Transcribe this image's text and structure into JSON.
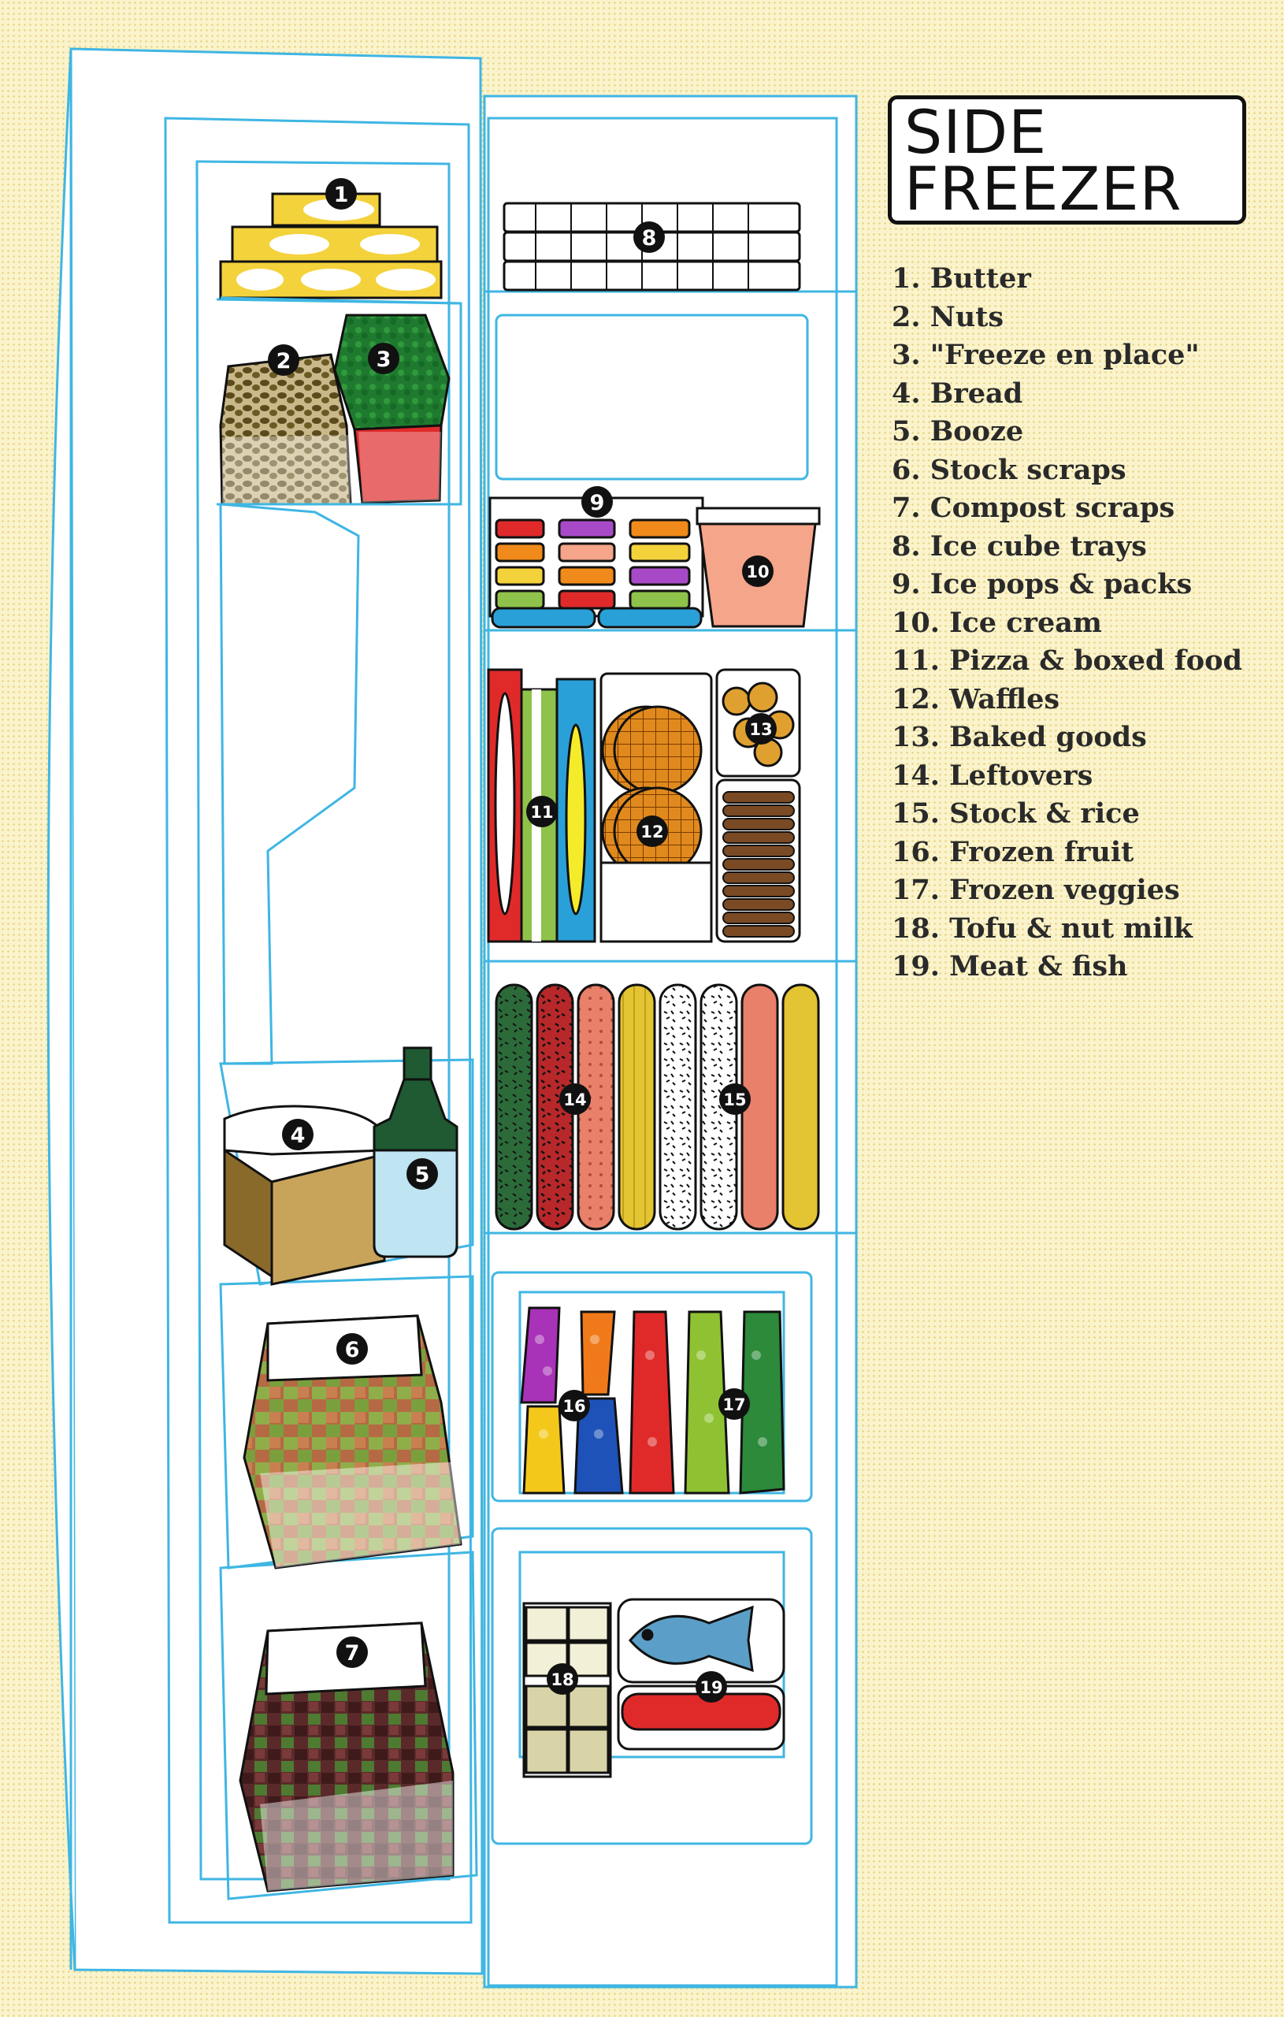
{
  "title": {
    "line1": "SIDE",
    "line2": "FREEZER"
  },
  "colors": {
    "outline": "#3fb6e3",
    "background": "#faf3cc",
    "badge": "#111111",
    "butter": "#f4d23c",
    "red": "#e02a2a",
    "green": "#2f9a3c",
    "salmon": "#f4a58a",
    "fish": "#5b9fc8"
  },
  "items": [
    {
      "num": "1",
      "label": "1. Butter"
    },
    {
      "num": "2",
      "label": "2. Nuts"
    },
    {
      "num": "3",
      "label": "3. \"Freeze en place\""
    },
    {
      "num": "4",
      "label": "4. Bread"
    },
    {
      "num": "5",
      "label": "5. Booze"
    },
    {
      "num": "6",
      "label": "6. Stock scraps"
    },
    {
      "num": "7",
      "label": "7. Compost scraps"
    },
    {
      "num": "8",
      "label": "8. Ice cube trays"
    },
    {
      "num": "9",
      "label": "9. Ice pops & packs"
    },
    {
      "num": "10",
      "label": "10. Ice cream"
    },
    {
      "num": "11",
      "label": "11. Pizza & boxed food"
    },
    {
      "num": "12",
      "label": "12. Waffles"
    },
    {
      "num": "13",
      "label": "13. Baked goods"
    },
    {
      "num": "14",
      "label": "14. Leftovers"
    },
    {
      "num": "15",
      "label": "15. Stock & rice"
    },
    {
      "num": "16",
      "label": "16. Frozen fruit"
    },
    {
      "num": "17",
      "label": "17. Frozen veggies"
    },
    {
      "num": "18",
      "label": "18. Tofu & nut milk"
    },
    {
      "num": "19",
      "label": "19. Meat & fish"
    }
  ]
}
